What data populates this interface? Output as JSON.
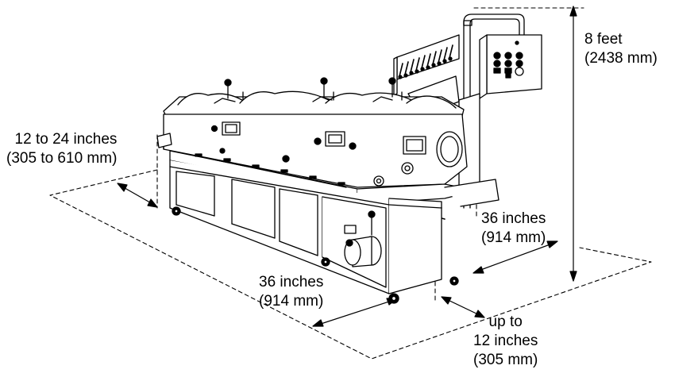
{
  "labels": {
    "height": {
      "line1": "8 feet",
      "line2": "(2438 mm)"
    },
    "left_clearance": {
      "line1": "12 to 24 inches",
      "line2": "(305 to 610 mm)"
    },
    "right_clearance": {
      "line1": "36 inches",
      "line2": "(914 mm)"
    },
    "front_clearance": {
      "line1": "36 inches",
      "line2": "(914 mm)"
    },
    "rear_clearance": {
      "line1": "up to",
      "line2": "12 inches",
      "line3": "(305 mm)"
    }
  }
}
